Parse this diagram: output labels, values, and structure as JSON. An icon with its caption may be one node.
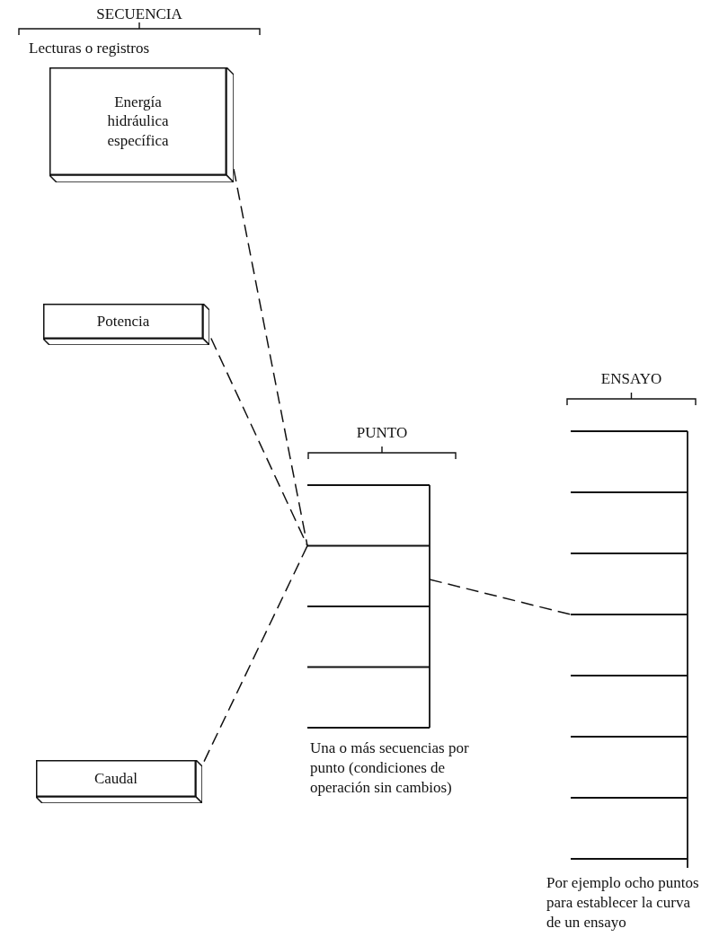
{
  "diagram": {
    "nodes": [
      {
        "text": [
          "Energía hidráulica específica"
        ]
      },
      {
        "text": [
          "Potencia"
        ]
      },
      {
        "text": [
          "Caudal"
        ]
      },
      {
        "text": [
          "PUNTO"
        ],
        "beside": [
          "Una o más secuencias por punto (condiciones de operación sin cambios)"
        ]
      },
      {
        "text": [
          "ENSAYO"
        ],
        "beside": [
          "Por ejemplo ocho puntos para establecer la curva de un ensayo"
        ]
      }
    ],
    "edges": [
      {
        "from": 0,
        "to": 3,
        "arrow": "none",
        "style": "dashed"
      },
      {
        "from": 1,
        "to": 3,
        "arrow": "none",
        "style": "dashed"
      },
      {
        "from": 2,
        "to": 3,
        "arrow": "none",
        "style": "dashed"
      },
      {
        "from": 3,
        "to": 4,
        "arrow": "none",
        "style": "dashed"
      }
    ],
    "labels": [
      "SECUENCIA",
      "Lecturas o registros"
    ]
  }
}
